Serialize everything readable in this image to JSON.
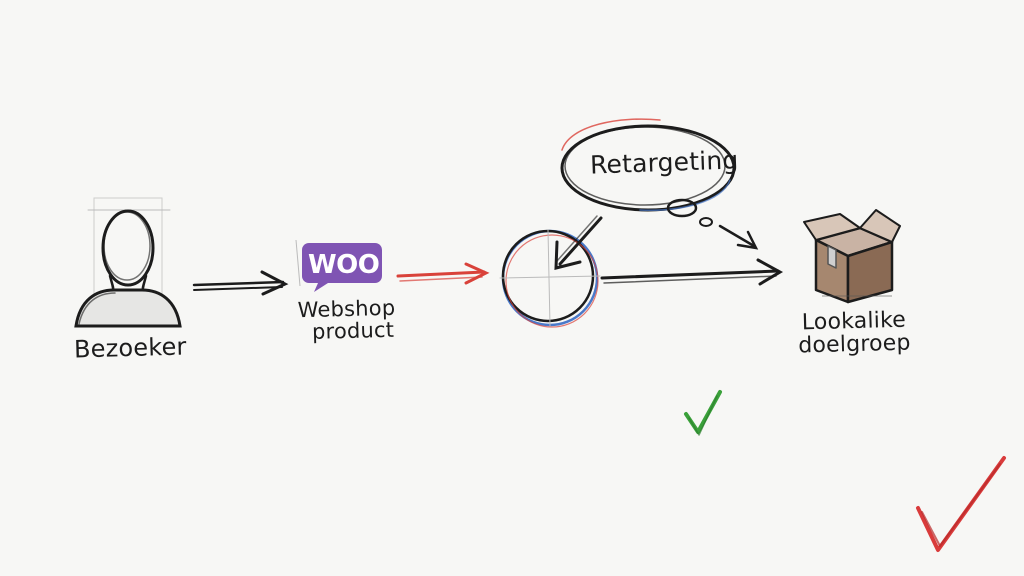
{
  "nodes": {
    "visitor": {
      "label": "Bezoeker"
    },
    "webshop": {
      "logo_text": "WOO",
      "line1": "Webshop",
      "line2": "product"
    },
    "retargeting": {
      "label": "Retargeting"
    },
    "lookalike": {
      "line1": "Lookalike",
      "line2": "doelgroep"
    }
  },
  "colors": {
    "ink": "#1c1c1c",
    "woo_purple": "#7f54b3",
    "red_arrow": "#d9423a",
    "blue_circle": "#4a79c9",
    "green_check": "#3aa13a",
    "red_check": "#d93b3b",
    "box_brown": "#8a6a54"
  },
  "icons": [
    "person-icon",
    "woocommerce-logo",
    "thought-bubble-icon",
    "circle-target-icon",
    "box-icon",
    "green-check-icon",
    "red-check-icon"
  ]
}
